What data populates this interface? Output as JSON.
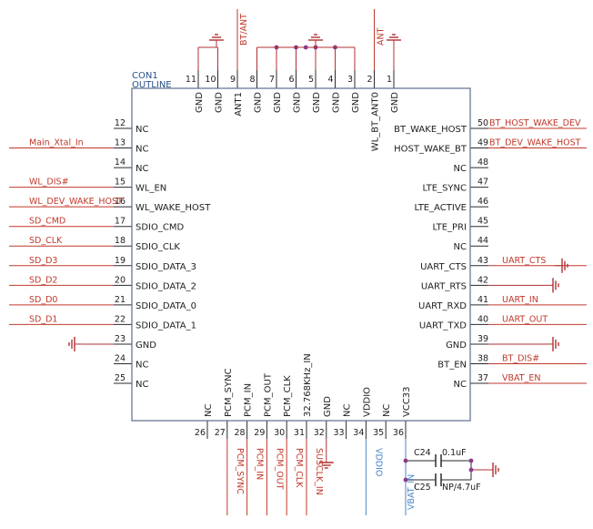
{
  "component": {
    "ref": "CON1",
    "value": "OUTLINE"
  },
  "colors": {
    "body": "#5a6f8f",
    "pin": "#2a2a2a",
    "wire": "#c0392b",
    "net": "#c0392b",
    "blue_net": "#4a86c5",
    "gnd": "#b03030",
    "junction": "#8b3a8b"
  },
  "left_pins": [
    {
      "num": "12",
      "name": "NC",
      "net": ""
    },
    {
      "num": "13",
      "name": "NC",
      "net": "Main_Xtal_In"
    },
    {
      "num": "14",
      "name": "NC",
      "net": ""
    },
    {
      "num": "15",
      "name": "WL_EN",
      "net": "WL_DIS#"
    },
    {
      "num": "16",
      "name": "WL_WAKE_HOST",
      "net": "WL_DEV_WAKE_HOST"
    },
    {
      "num": "17",
      "name": "SDIO_CMD",
      "net": "SD_CMD"
    },
    {
      "num": "18",
      "name": "SDIO_CLK",
      "net": "SD_CLK"
    },
    {
      "num": "19",
      "name": "SDIO_DATA_3",
      "net": "SD_D3"
    },
    {
      "num": "20",
      "name": "SDIO_DATA_2",
      "net": "SD_D2"
    },
    {
      "num": "21",
      "name": "SDIO_DATA_0",
      "net": "SD_D0"
    },
    {
      "num": "22",
      "name": "SDIO_DATA_1",
      "net": "SD_D1"
    },
    {
      "num": "23",
      "name": "GND",
      "net": ""
    },
    {
      "num": "24",
      "name": "NC",
      "net": ""
    },
    {
      "num": "25",
      "name": "NC",
      "net": ""
    }
  ],
  "right_pins": [
    {
      "num": "50",
      "name": "BT_WAKE_HOST",
      "net": "BT_HOST_WAKE_DEV"
    },
    {
      "num": "49",
      "name": "HOST_WAKE_BT",
      "net": "BT_DEV_WAKE_HOST"
    },
    {
      "num": "48",
      "name": "NC",
      "net": ""
    },
    {
      "num": "47",
      "name": "LTE_SYNC",
      "net": ""
    },
    {
      "num": "46",
      "name": "LTE_ACTIVE",
      "net": ""
    },
    {
      "num": "45",
      "name": "LTE_PRI",
      "net": ""
    },
    {
      "num": "44",
      "name": "NC",
      "net": ""
    },
    {
      "num": "43",
      "name": "UART_CTS",
      "net": "UART_CTS"
    },
    {
      "num": "42",
      "name": "UART_RTS",
      "net": ""
    },
    {
      "num": "41",
      "name": "UART_RXD",
      "net": "UART_IN"
    },
    {
      "num": "40",
      "name": "UART_TXD",
      "net": "UART_OUT"
    },
    {
      "num": "39",
      "name": "GND",
      "net": ""
    },
    {
      "num": "38",
      "name": "BT_EN",
      "net": "BT_DIS#"
    },
    {
      "num": "37",
      "name": "NC",
      "net": "VBAT_EN"
    }
  ],
  "top_pins": [
    {
      "num": "11",
      "name": "GND"
    },
    {
      "num": "10",
      "name": "GND"
    },
    {
      "num": "9",
      "name": "ANT1"
    },
    {
      "num": "8",
      "name": "GND"
    },
    {
      "num": "7",
      "name": "GND"
    },
    {
      "num": "6",
      "name": "GND"
    },
    {
      "num": "5",
      "name": "GND"
    },
    {
      "num": "4",
      "name": "GND"
    },
    {
      "num": "3",
      "name": "GND"
    },
    {
      "num": "2",
      "name": "WL_BT_ANT0"
    },
    {
      "num": "1",
      "name": "GND"
    }
  ],
  "top_nets": {
    "ant1": "BT/ANT",
    "ant0": "ANT"
  },
  "bottom_pins": [
    {
      "num": "26",
      "name": "NC",
      "net": ""
    },
    {
      "num": "27",
      "name": "PCM_SYNC",
      "net": "PCM_SYNC"
    },
    {
      "num": "28",
      "name": "PCM_IN",
      "net": "PCM_IN"
    },
    {
      "num": "29",
      "name": "PCM_OUT",
      "net": "PCM_OUT"
    },
    {
      "num": "30",
      "name": "PCM_CLK",
      "net": "PCM_CLK"
    },
    {
      "num": "31",
      "name": "32.768KHz_IN",
      "net": "SUSCLK_IN"
    },
    {
      "num": "32",
      "name": "GND",
      "net": ""
    },
    {
      "num": "33",
      "name": "NC",
      "net": ""
    },
    {
      "num": "34",
      "name": "VDDIO",
      "net": "VDDIO"
    },
    {
      "num": "35",
      "name": "NC",
      "net": ""
    },
    {
      "num": "36",
      "name": "VCC33",
      "net": "VBAT_IN"
    }
  ],
  "capacitors": [
    {
      "ref": "C24",
      "value": "0.1uF"
    },
    {
      "ref": "C25",
      "value": "NP/4.7uF"
    }
  ]
}
